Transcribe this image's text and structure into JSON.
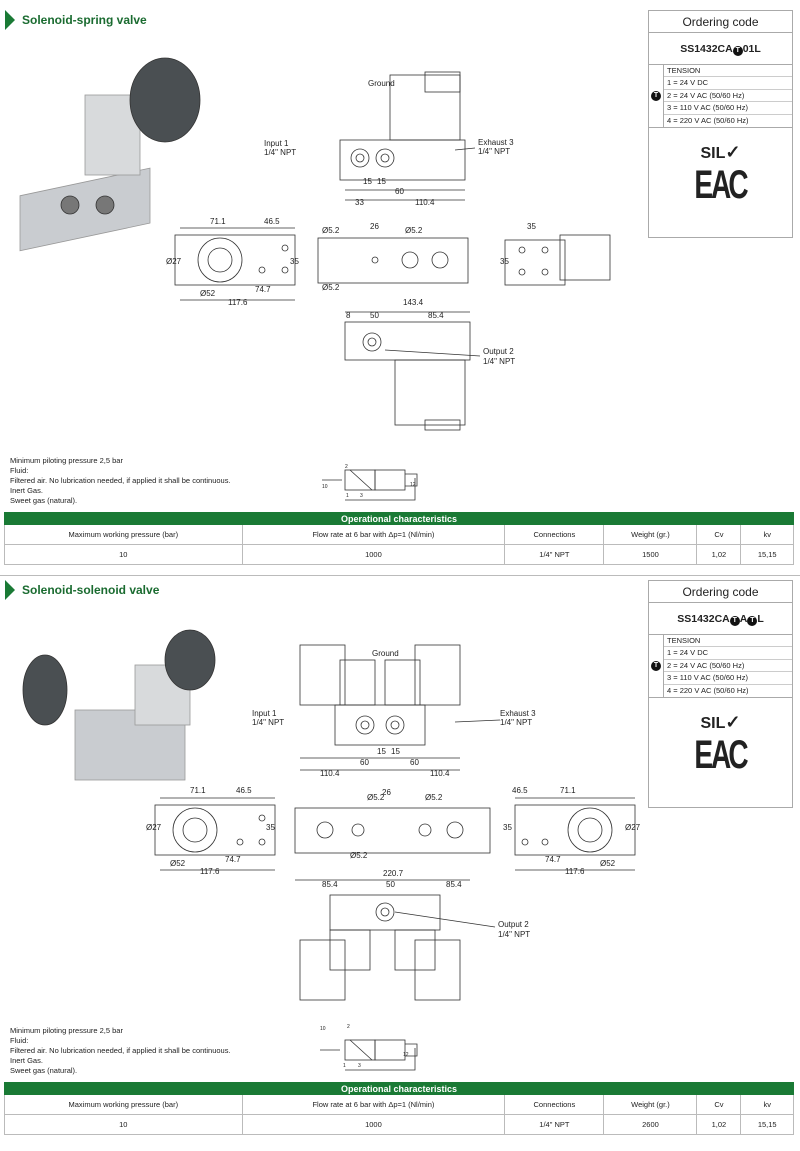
{
  "sections": [
    {
      "title": "Solenoid-spring valve",
      "ordering": {
        "heading": "Ordering code",
        "code_prefix": "SS1432CA",
        "code_marker": "T",
        "code_suffix": "01L",
        "table_title": "TENSION",
        "options": [
          "1 = 24 V DC",
          "2 = 24 V AC (50/60 Hz)",
          "3 = 110 V AC (50/60 Hz)",
          "4 = 220 V AC (50/60 Hz)"
        ],
        "logo_sil": "SIL",
        "logo_eac": "EAC"
      },
      "labels": [
        "Ground",
        "Input 1",
        "1/4\" NPT",
        "Exhaust 3",
        "1/4\" NPT",
        "15",
        "15",
        "60",
        "33",
        "110.4",
        "71.1",
        "46.5",
        "Ø27",
        "35",
        "Ø52",
        "74.7",
        "117.6",
        "Ø5.2",
        "26",
        "Ø5.2",
        "Ø5.2",
        "35",
        "35",
        "143.4",
        "8",
        "50",
        "85.4",
        "Output 2",
        "1/4\" NPT"
      ],
      "symbol_ports": [
        "2",
        "10",
        "1",
        "3",
        "12"
      ],
      "notes": [
        "Minimum piloting pressure 2,5 bar",
        "Fluid:",
        "Filtered air. No lubrication needed, if applied it shall be continuous.",
        "Inert Gas.",
        "Sweet gas (natural)."
      ],
      "table": {
        "title": "Operational characteristics",
        "headers": [
          "Maximum working pressure (bar)",
          "Flow rate at 6 bar with Δp=1 (Nl/min)",
          "Connections",
          "Weight (gr.)",
          "Cv",
          "kv"
        ],
        "values": [
          "10",
          "1000",
          "1/4\" NPT",
          "1500",
          "1,02",
          "15,15"
        ]
      }
    },
    {
      "title": "Solenoid-solenoid valve",
      "ordering": {
        "heading": "Ordering code",
        "code_prefix": "SS1432CA",
        "code_marker": "T",
        "code_suffix": "A",
        "code_marker2": "T",
        "code_end": "L",
        "table_title": "TENSION",
        "options": [
          "1 = 24 V DC",
          "2 = 24 V AC (50/60 Hz)",
          "3 = 110 V AC (50/60 Hz)",
          "4 = 220 V AC (50/60 Hz)"
        ],
        "logo_sil": "SIL",
        "logo_eac": "EAC"
      },
      "labels": [
        "Ground",
        "Input 1",
        "1/4\" NPT",
        "Exhaust 3",
        "1/4\" NPT",
        "15",
        "15",
        "60",
        "60",
        "110.4",
        "110.4",
        "71.1",
        "46.5",
        "Ø27",
        "35",
        "Ø52",
        "74.7",
        "117.6",
        "Ø5.2",
        "26",
        "Ø5.2",
        "Ø5.2",
        "46.5",
        "71.1",
        "35",
        "Ø27",
        "74.7",
        "117.6",
        "Ø52",
        "220.7",
        "85.4",
        "50",
        "85.4",
        "Output 2",
        "1/4\" NPT"
      ],
      "symbol_ports": [
        "10",
        "2",
        "1",
        "3",
        "12"
      ],
      "notes": [
        "Minimum piloting pressure 2,5 bar",
        "Fluid:",
        "Filtered air. No lubrication needed, if applied it shall be continuous.",
        "Inert Gas.",
        "Sweet gas (natural)."
      ],
      "table": {
        "title": "Operational characteristics",
        "headers": [
          "Maximum working pressure (bar)",
          "Flow rate at 6 bar with Δp=1 (Nl/min)",
          "Connections",
          "Weight (gr.)",
          "Cv",
          "kv"
        ],
        "values": [
          "10",
          "1000",
          "1/4\" NPT",
          "2600",
          "1,02",
          "15,15"
        ]
      }
    }
  ]
}
